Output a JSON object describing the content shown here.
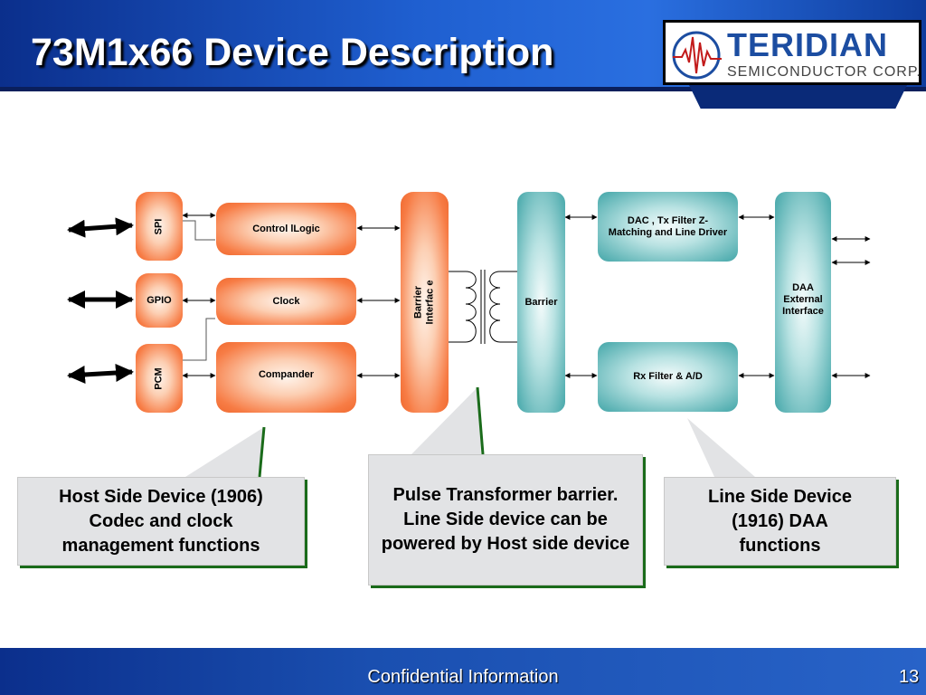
{
  "slide": {
    "title": "73M1x66 Device Description",
    "footer": "Confidential Information",
    "page_number": "13"
  },
  "logo": {
    "name": "TERIDIAN",
    "subtitle": "SEMICONDUCTOR CORP."
  },
  "blocks": {
    "spi": "SPI",
    "gpio": "GPIO",
    "pcm": "PCM",
    "control_logic": "Control lLogic",
    "clock": "Clock",
    "compander": "Compander",
    "barrier_interface": "Barrier Interfac e",
    "barrier": "Barrier",
    "dac_tx": "DAC , Tx Filter Z- Matching and Line Driver",
    "rx_filter": "Rx Filter & A/D",
    "daa_external": "DAA External Interface"
  },
  "callouts": {
    "host_side": "Host Side Device (1906) Codec and clock management functions",
    "pulse_transformer": "Pulse Transformer barrier. Line Side device can be powered by Host side device",
    "line_side": "Line Side Device (1916) DAA functions"
  },
  "colors": {
    "header_blue": "#1f5fd0",
    "orange_block": "#f77c45",
    "teal_block": "#56b0b2",
    "callout_shadow": "#1a6b1a",
    "logo_blue": "#1c4da1"
  }
}
